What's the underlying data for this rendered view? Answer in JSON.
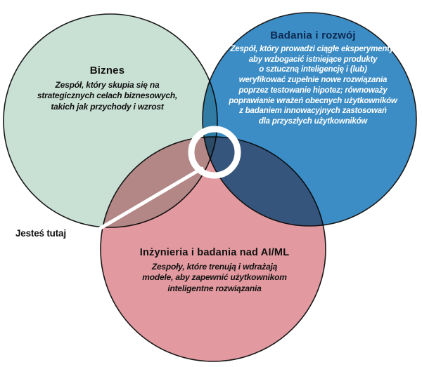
{
  "diagram": {
    "type": "venn",
    "marker_label": "Jesteś tutaj",
    "colors": {
      "business_fill": "#c9e0d5",
      "rnd_fill": "#3c8dc5",
      "engineering_fill": "#e29aa0",
      "outline": "#1a1a1a",
      "marker": "#ffffff"
    },
    "circles": [
      {
        "id": "business",
        "title": "Biznes",
        "description": "Zespół, który skupia się na\nstrategicznych celach biznesowych,\ntakich jak przychody i wzrost"
      },
      {
        "id": "rnd",
        "title": "Badania i rozwój",
        "description": "Zespół, który prowadzi ciągłe eksperymenty,\naby wzbogacić istniejące produkty\no sztuczną inteligencję i (lub)\nweryfikować zupełnie nowe rozwiązania\npoprzez testowanie hipotez; równoważy\npoprawianie wrażeń obecnych użytkowników\nz badaniem innowacyjnych zastosowań\ndla przyszłych użytkowników"
      },
      {
        "id": "engineering",
        "title": "Inżynieria i badania nad AI/ML",
        "description": "Zespoły, które trenują i wdrażają\nmodele, aby zapewnić użytkownikom\ninteligentne rozwiązania"
      }
    ]
  }
}
